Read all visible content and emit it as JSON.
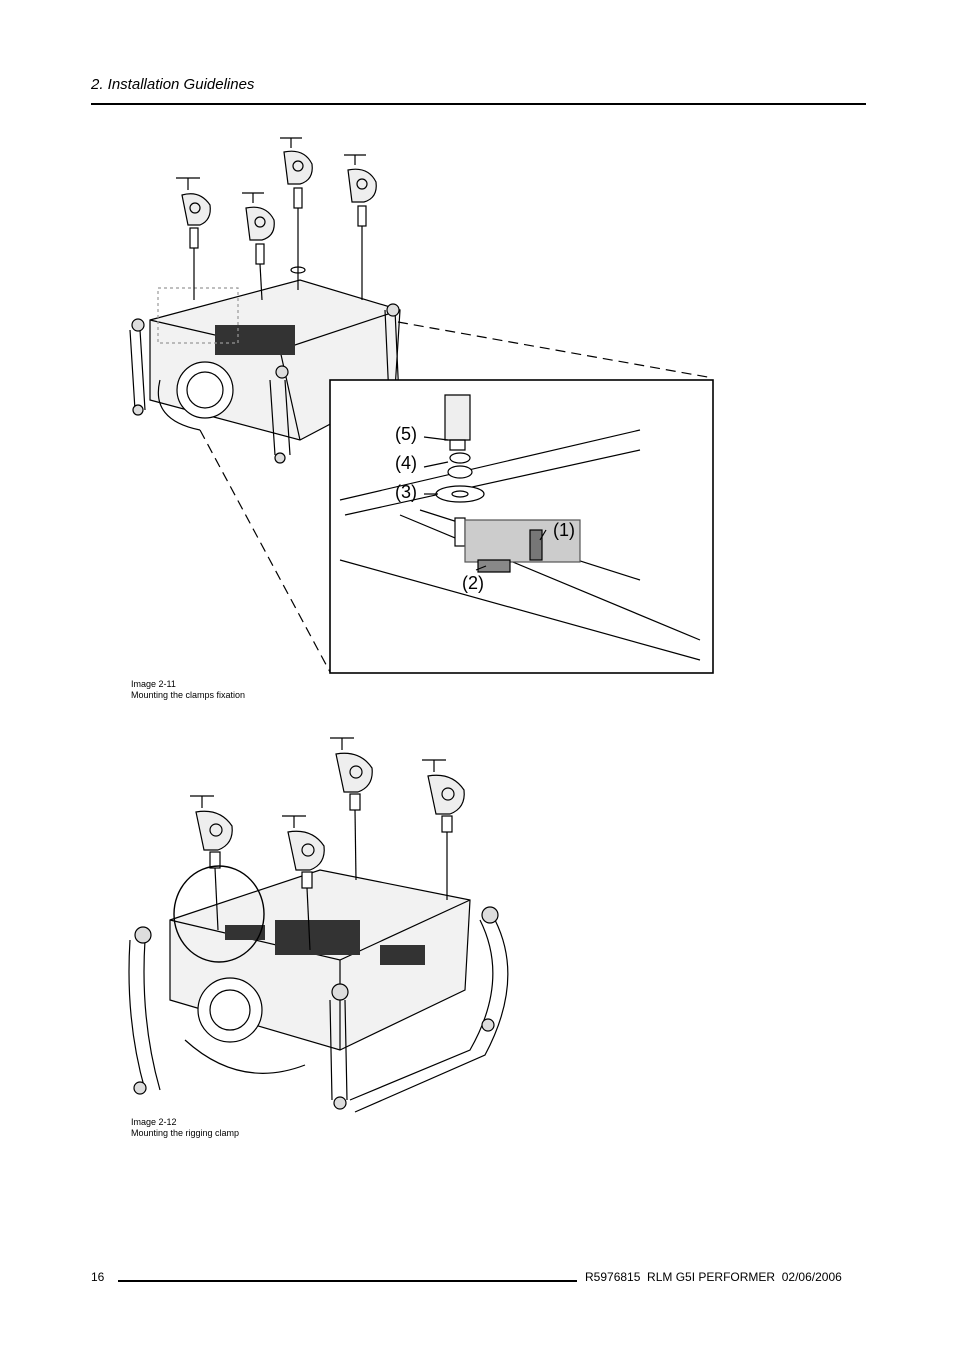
{
  "header": {
    "title": "2. Installation Guidelines"
  },
  "figure1": {
    "caption_number": "Image 2-11",
    "caption_text": "Mounting the clamps fixation",
    "callouts": [
      "(5)",
      "(4)",
      "(3)",
      "(1)",
      "(2)"
    ]
  },
  "figure2": {
    "caption_number": "Image 2-12",
    "caption_text": "Mounting the rigging clamp"
  },
  "footer": {
    "page_number": "16",
    "document_ref": "R5976815  RLM G5I PERFORMER  02/06/2006"
  }
}
